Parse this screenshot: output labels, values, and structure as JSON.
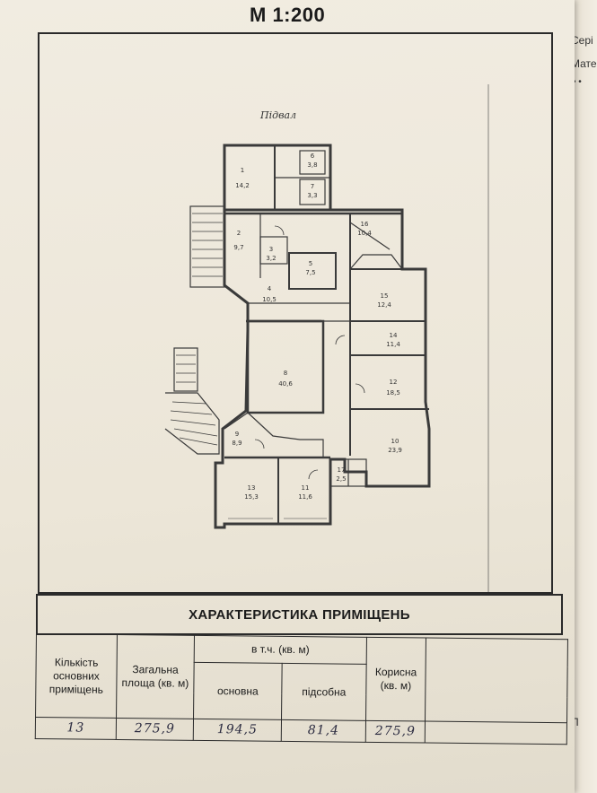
{
  "page": {
    "scale": "М 1:200",
    "floor_label": "Підвал"
  },
  "side_sheet": {
    "line1": "Серi",
    "line2": "Мате",
    "line3": "П"
  },
  "characteristics": {
    "title": "ХАРАКТЕРИСТИКА ПРИМІЩЕНЬ",
    "headers": {
      "count": "Кількість основних приміщень",
      "total": "Загальна площа (кв. м)",
      "including": "в т.ч. (кв. м)",
      "main": "основна",
      "auxiliary": "підсобна",
      "useful": "Корисна (кв. м)"
    },
    "values": {
      "count": "13",
      "total": "275,9",
      "main": "194,5",
      "auxiliary": "81,4",
      "useful": "275,9"
    }
  },
  "rooms": [
    {
      "number": "1",
      "area": "14,2"
    },
    {
      "number": "2",
      "area": "9,7"
    },
    {
      "number": "3",
      "area": "3,2"
    },
    {
      "number": "4",
      "area": "10,5"
    },
    {
      "number": "5",
      "area": "7,5"
    },
    {
      "number": "6",
      "area": "3,8"
    },
    {
      "number": "7",
      "area": "3,3"
    },
    {
      "number": "8",
      "area": "40,6"
    },
    {
      "number": "9",
      "area": "8,9"
    },
    {
      "number": "10",
      "area": "23,9"
    },
    {
      "number": "11",
      "area": "11,6"
    },
    {
      "number": "12",
      "area": "18,5"
    },
    {
      "number": "13",
      "area": "15,3"
    },
    {
      "number": "14",
      "area": "11,4"
    },
    {
      "number": "15",
      "area": "12,4"
    },
    {
      "number": "16",
      "area": "10,4"
    },
    {
      "number": "17",
      "area": "2,5"
    }
  ]
}
